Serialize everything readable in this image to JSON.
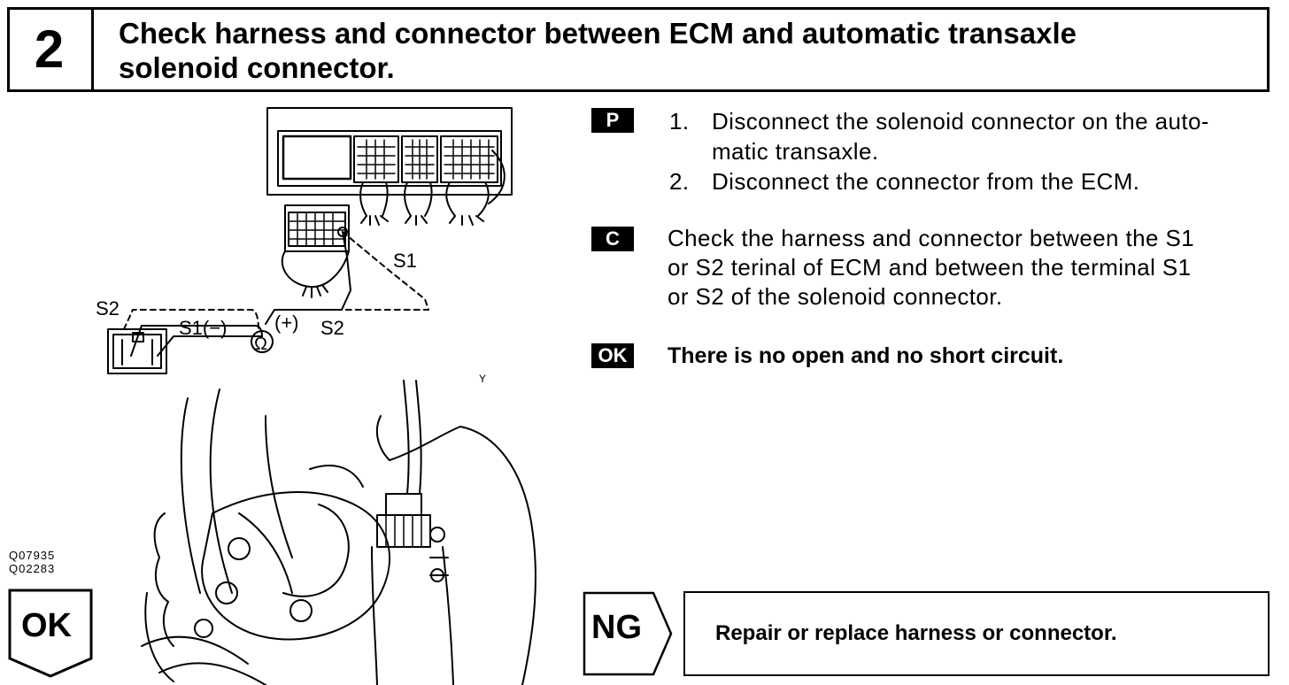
{
  "header": {
    "step_number": "2",
    "title_line1": "Check harness and connector between ECM and automatic transaxle",
    "title_line2": "solenoid connector."
  },
  "figure": {
    "labels": {
      "s1_top": "S1",
      "s2_left": "S2",
      "s1_minus": "S1(−)",
      "plus": "(+)",
      "s2_right": "S2",
      "ohm": "Ω",
      "y_mark": "Y"
    },
    "codes": [
      "Q07935",
      "Q02283"
    ]
  },
  "steps": {
    "p_tag": "P",
    "p_items": [
      {
        "num": "1.",
        "line1": "Disconnect the solenoid connector on the auto-",
        "line2": "matic transaxle."
      },
      {
        "num": "2.",
        "line1": "Disconnect the connector from the ECM."
      }
    ],
    "c_tag": "C",
    "c_lines": [
      "Check the harness and connector between the S1",
      "or S2 terinal of ECM and between the terminal S1",
      "or S2 of the solenoid connector."
    ],
    "ok_tag": "OK",
    "ok_text": "There is no open and no short circuit."
  },
  "outcomes": {
    "ok_label": "OK",
    "ng_label": "NG",
    "ng_action": "Repair or replace harness or connector."
  }
}
